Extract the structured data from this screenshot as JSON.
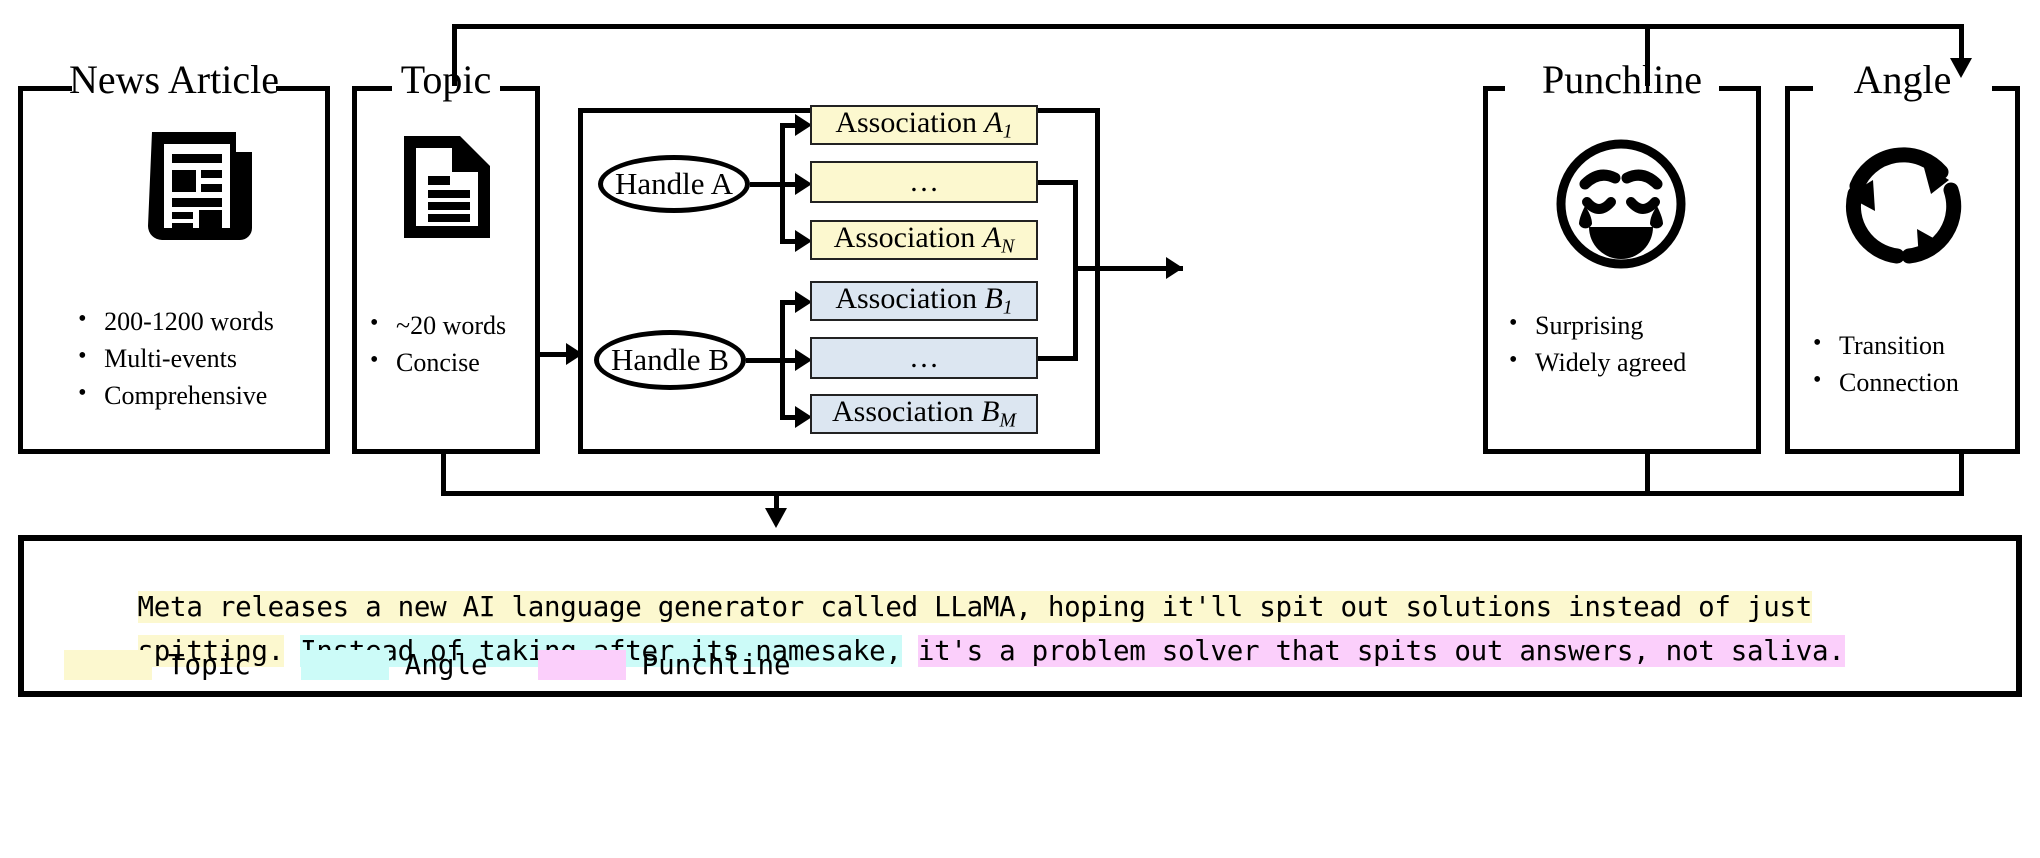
{
  "colors": {
    "topic_highlight": "#fcf8cf",
    "angle_highlight": "#ccfbf8",
    "punchline_highlight": "#fbcffb",
    "association_a_fill": "#fcf8cf",
    "association_b_fill": "#dce6f1",
    "line": "#000000"
  },
  "panels": {
    "news_article": {
      "title": "News Article",
      "icon": "newspaper-icon",
      "bullets": [
        "200-1200 words",
        "Multi-events",
        "Comprehensive"
      ]
    },
    "topic": {
      "title": "Topic",
      "icon": "document-icon",
      "bullets": [
        "~20 words",
        "Concise"
      ]
    },
    "punchline": {
      "title": "Punchline",
      "icon": "laughing-face-icon",
      "bullets": [
        "Surprising",
        "Widely agreed"
      ]
    },
    "angle": {
      "title": "Angle",
      "icon": "cycle-arrows-icon",
      "bullets": [
        "Transition",
        "Connection"
      ]
    }
  },
  "associations": {
    "handle_a": "Handle A",
    "handle_b": "Handle B",
    "group_a": [
      {
        "prefix": "Association ",
        "sym": "A",
        "sub": "1"
      },
      {
        "prefix": "…",
        "sym": "",
        "sub": ""
      },
      {
        "prefix": "Association ",
        "sym": "A",
        "sub": "N"
      }
    ],
    "group_b": [
      {
        "prefix": "Association ",
        "sym": "B",
        "sub": "1"
      },
      {
        "prefix": "…",
        "sym": "",
        "sub": ""
      },
      {
        "prefix": "Association ",
        "sym": "B",
        "sub": "M"
      }
    ]
  },
  "output": {
    "line1": [
      {
        "text": "Meta releases a new AI language generator called LLaMA, hoping it'll spit out solutions instead of just",
        "highlight": "topic"
      }
    ],
    "line2": [
      {
        "text": "spitting.",
        "highlight": "topic"
      },
      {
        "text": " ",
        "highlight": "none"
      },
      {
        "text": "Instead of taking after its namesake,",
        "highlight": "angle"
      },
      {
        "text": " ",
        "highlight": "none"
      },
      {
        "text": "it's a problem solver that spits out answers, not saliva.",
        "highlight": "punchline"
      }
    ],
    "legend": [
      {
        "label": "Topic",
        "color_key": "topic_highlight"
      },
      {
        "label": "Angle",
        "color_key": "angle_highlight"
      },
      {
        "label": "Punchline",
        "color_key": "punchline_highlight"
      }
    ]
  }
}
